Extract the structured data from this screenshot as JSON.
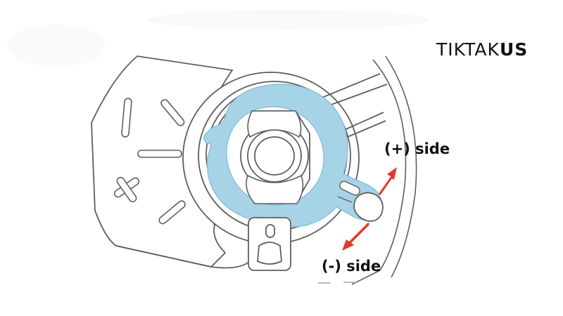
{
  "logo": {
    "part1": "TIKTAK",
    "part2": "US"
  },
  "labels": {
    "plus_side": "(+) side",
    "minus_side": "(-) side"
  },
  "colors": {
    "lever": "#a7d3e6",
    "lever_edge": "#7fb9d3",
    "arrow": "#e23b2a",
    "line": "#5e5e5e"
  },
  "icons": [
    "plus-mark",
    "minus-mark",
    "double-arrow-icon"
  ]
}
